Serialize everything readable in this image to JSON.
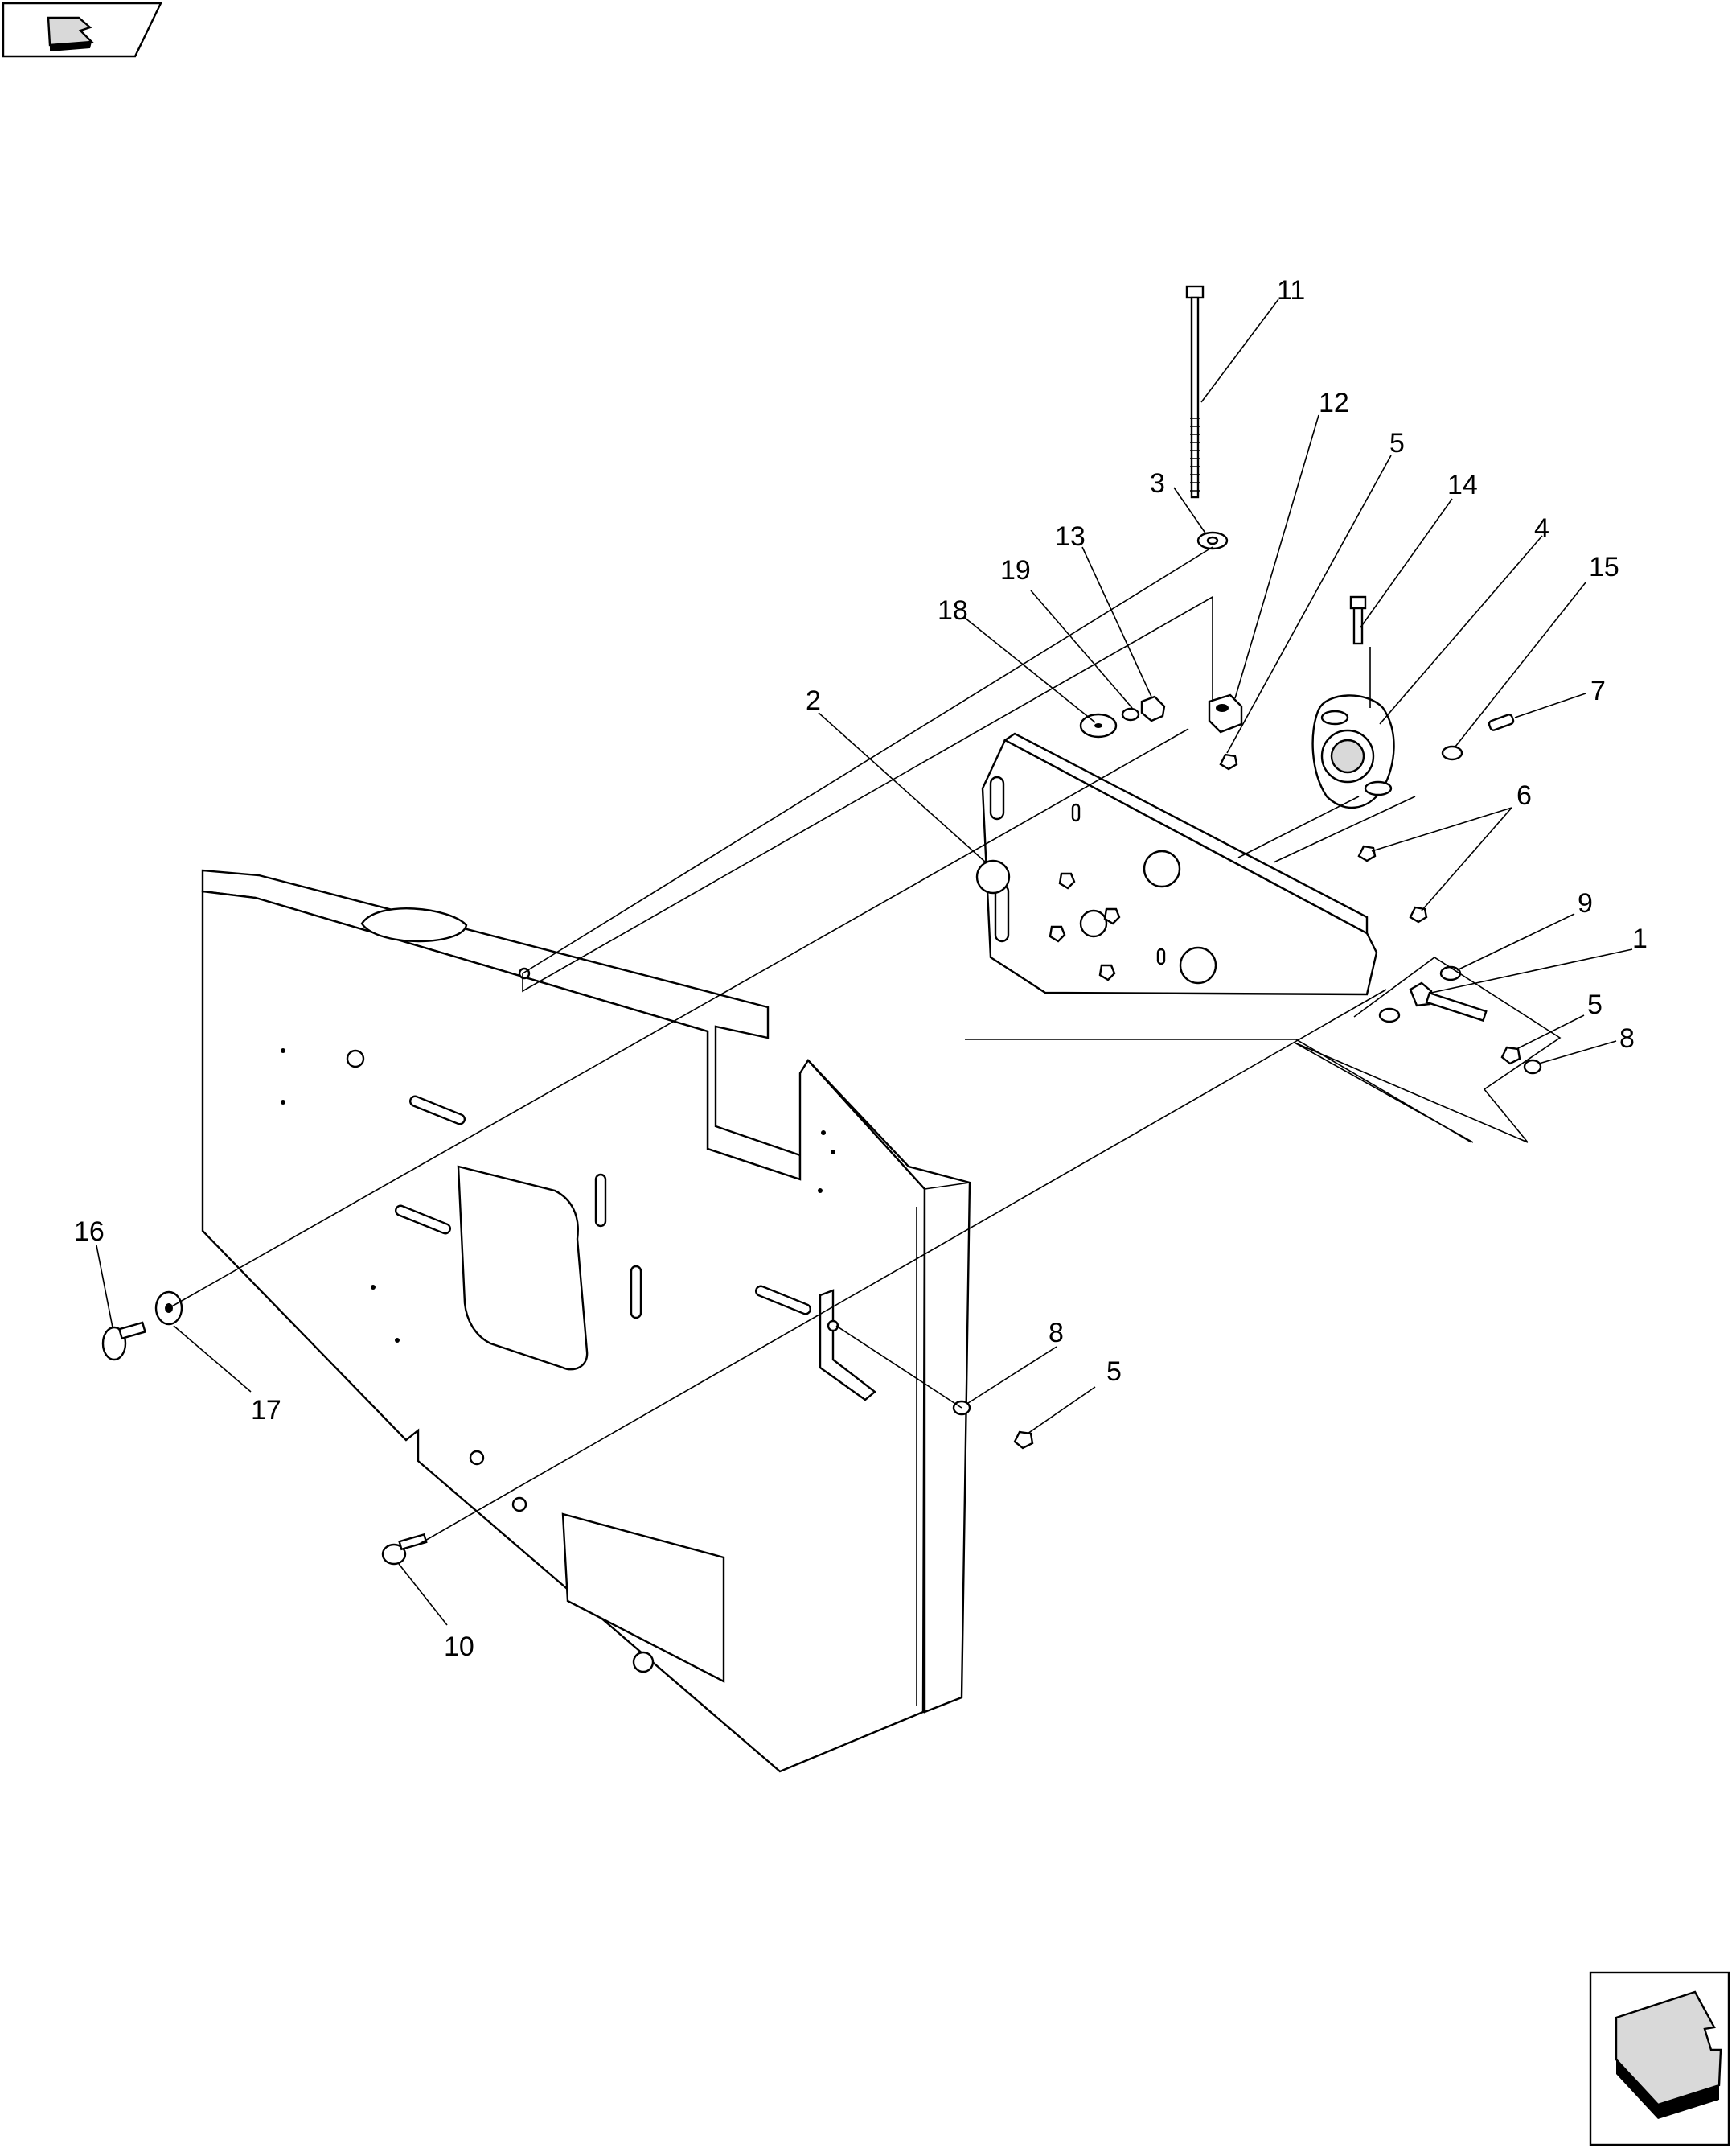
{
  "callouts": {
    "c1": "1",
    "c2": "2",
    "c3": "3",
    "c4": "4",
    "c5a": "5",
    "c5b": "5",
    "c5c": "5",
    "c6": "6",
    "c7": "7",
    "c8a": "8",
    "c8b": "8",
    "c9": "9",
    "c10": "10",
    "c11": "11",
    "c12": "12",
    "c13": "13",
    "c14": "14",
    "c15": "15",
    "c16": "16",
    "c17": "17",
    "c18": "18",
    "c19": "19"
  },
  "icons": {
    "top_left": "back-arrow-icon",
    "bottom_right": "next-arrow-icon"
  }
}
